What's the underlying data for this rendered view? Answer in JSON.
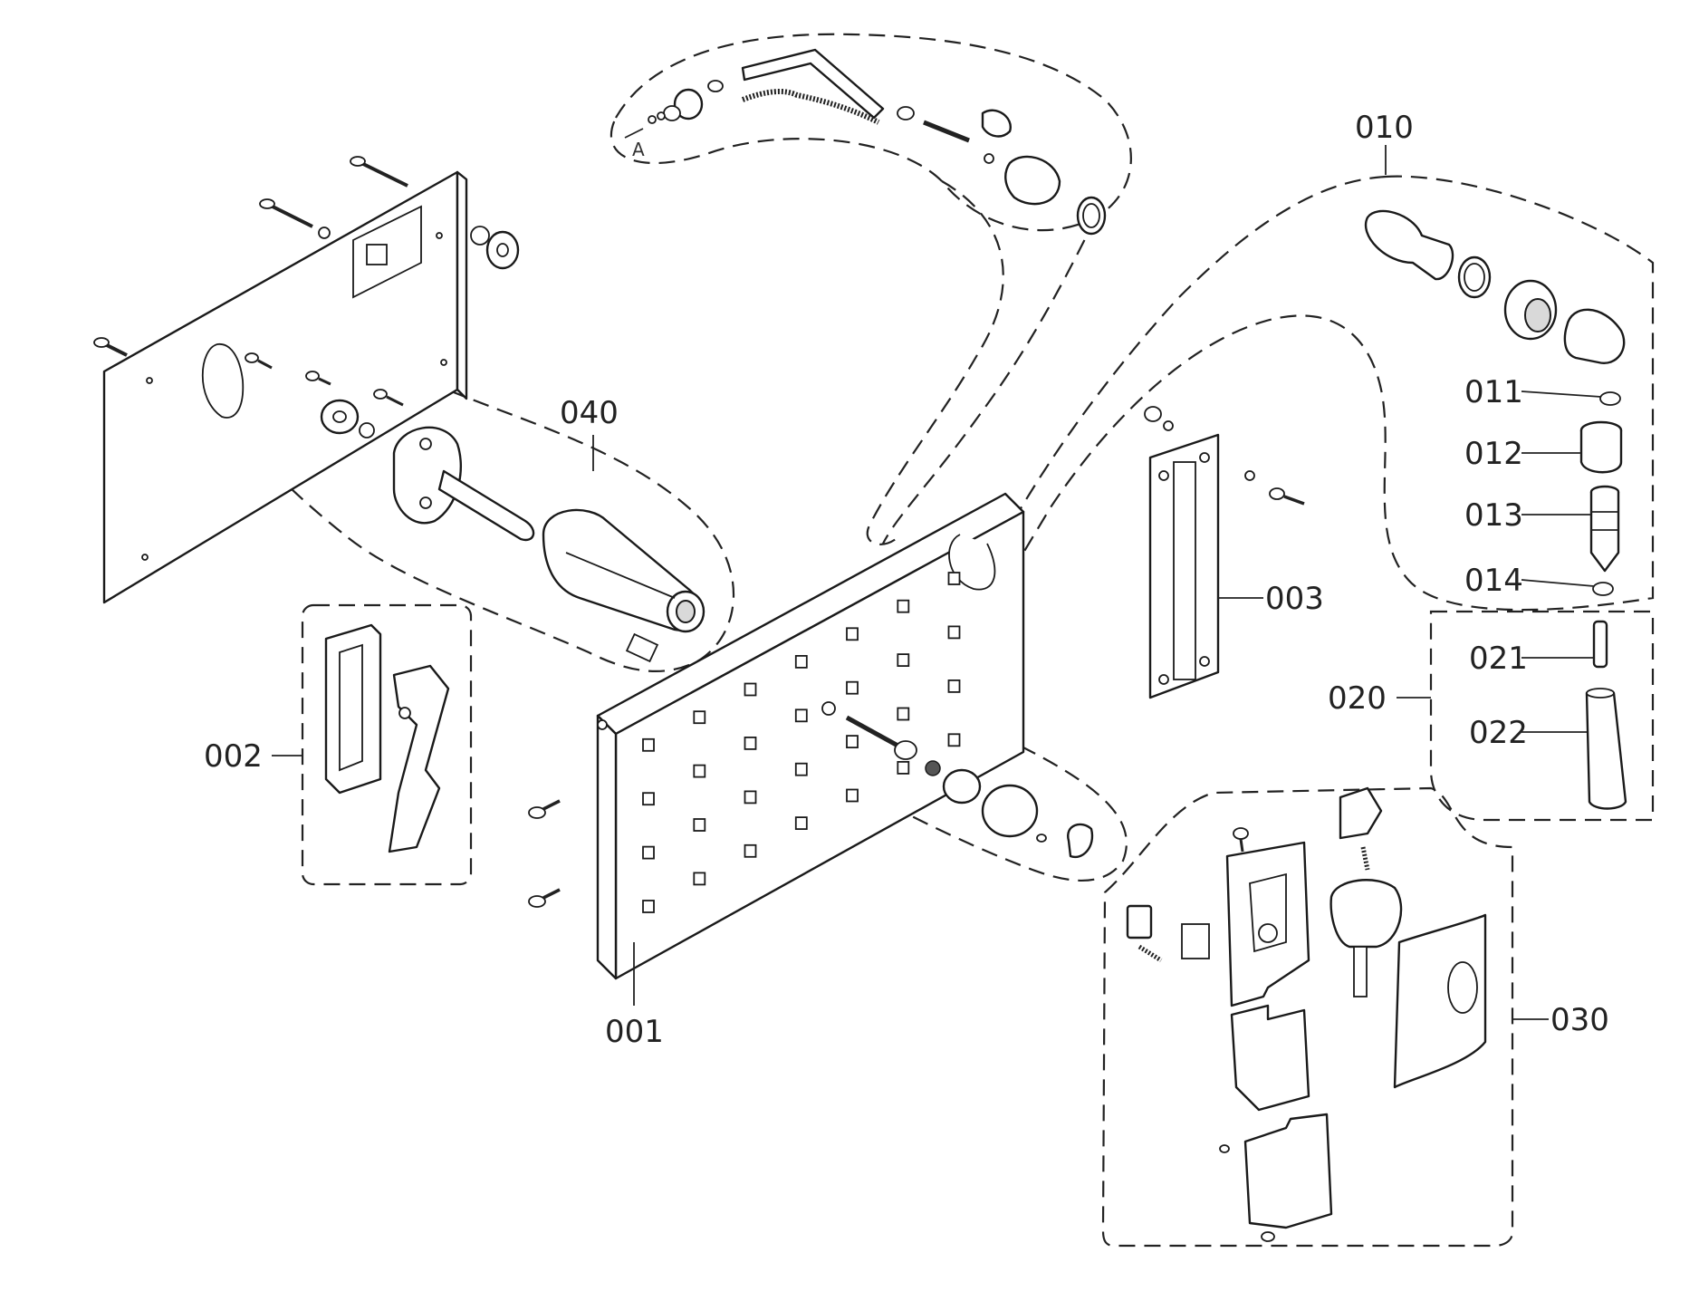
{
  "callouts": {
    "c001": "001",
    "c002": "002",
    "c003": "003",
    "c010": "010",
    "c011": "011",
    "c012": "012",
    "c013": "013",
    "c014": "014",
    "c020": "020",
    "c021": "021",
    "c022": "022",
    "c030": "030",
    "c040": "040"
  },
  "view_marker": "A",
  "colors": {
    "line": "#1a1a1a",
    "shade": "#d9d9d9",
    "background": "#ffffff"
  }
}
